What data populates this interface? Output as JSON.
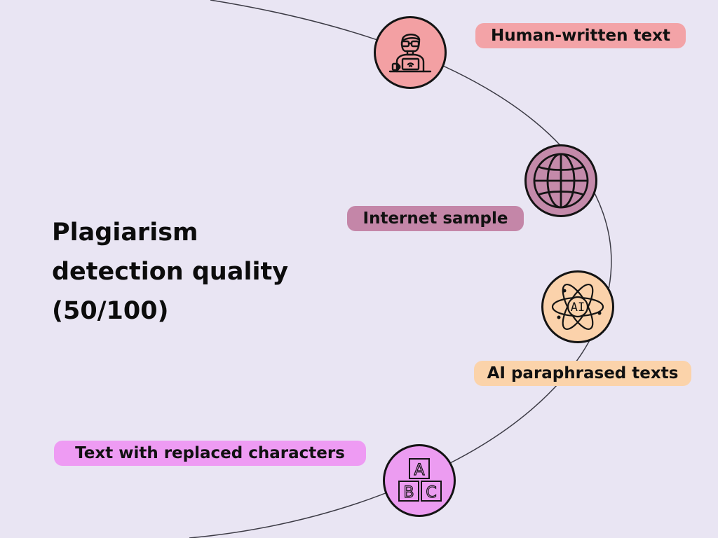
{
  "title": {
    "line1": "Plagiarism",
    "line2": "detection quality",
    "line3": "(50/100)"
  },
  "items": [
    {
      "label": "Human-written text",
      "icon": "person-at-laptop-icon",
      "pill_color": "#f3a3a7",
      "node_color": "#f3a0a3"
    },
    {
      "label": "Internet sample",
      "icon": "globe-icon",
      "pill_color": "#c486a8",
      "node_color": "#c48aaa"
    },
    {
      "label": "AI paraphrased texts",
      "icon": "ai-atom-icon",
      "pill_color": "#fbd3aa",
      "node_color": "#fbd2ab"
    },
    {
      "label": "Text with replaced characters",
      "icon": "abc-blocks-icon",
      "pill_color": "#ee9bf3",
      "node_color": "#ec9cf1"
    }
  ],
  "abc_letters": [
    "A",
    "B",
    "C"
  ],
  "ai_icon_text": "AI",
  "colors": {
    "background": "#e9e5f3",
    "arc": "#3c3b45",
    "text": "#111111"
  }
}
